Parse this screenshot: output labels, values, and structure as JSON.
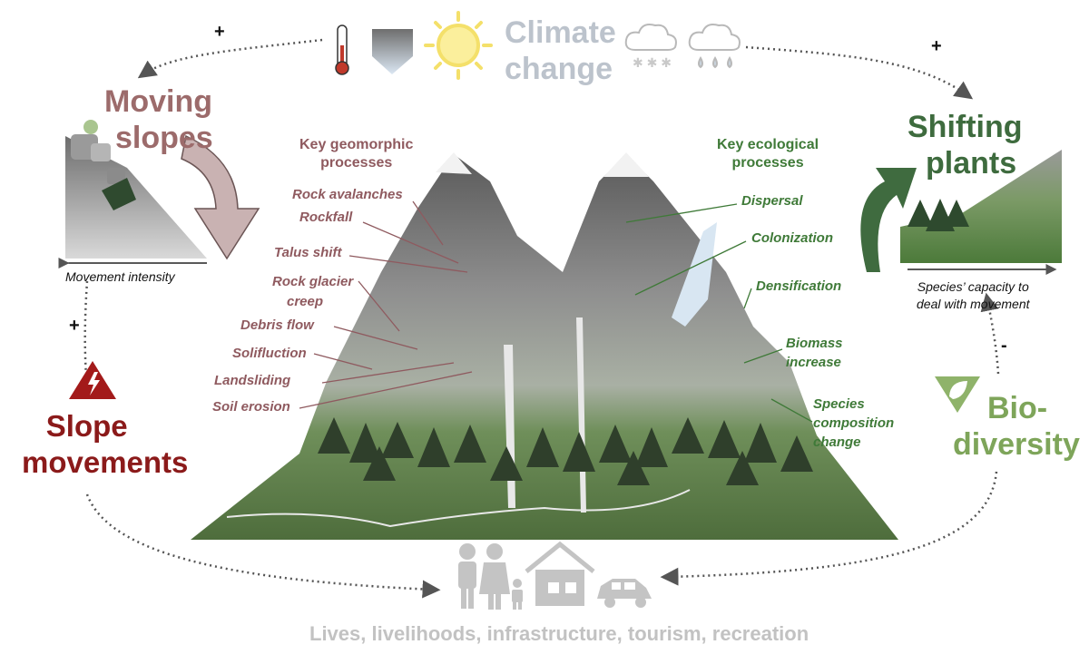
{
  "titles": {
    "climate_change": [
      "Climate",
      "change"
    ],
    "moving_slopes": [
      "Moving",
      "slopes"
    ],
    "shifting_plants": [
      "Shifting",
      "plants"
    ],
    "slope_movements": [
      "Slope",
      "movements"
    ],
    "biodiversity": [
      "Bio-",
      "diversity"
    ]
  },
  "headers": {
    "geomorphic": [
      "Key geomorphic",
      "processes"
    ],
    "ecological": [
      "Key ecological",
      "processes"
    ]
  },
  "geomorphic_processes": [
    "Rock avalanches",
    "Rockfall",
    "Talus shift",
    "Rock glacier",
    "creep",
    "Debris flow",
    "Solifluction",
    "Landsliding",
    "Soil erosion"
  ],
  "ecological_processes": [
    "Dispersal",
    "Colonization",
    "Densification",
    "Biomass",
    "increase",
    "Species",
    "composition",
    "change"
  ],
  "axis_captions": {
    "movement_intensity": "Movement intensity",
    "species_capacity": [
      "Species’ capacity to",
      "deal with movement"
    ]
  },
  "signs": [
    "+",
    "+",
    "+",
    "-"
  ],
  "bottom_caption": "Lives, livelihoods, infrastructure, tourism, recreation",
  "icons": [
    "thermometer-icon",
    "glacier-icon",
    "sun-icon",
    "snow-cloud-icon",
    "rain-cloud-icon",
    "hazard-warning-icon",
    "leaf-icon",
    "people-icon",
    "house-icon",
    "car-icon"
  ],
  "colors": {
    "maroon": "#9c6b6b",
    "forest_green": "#3e6b3e",
    "hazard_red": "#8b1a1a",
    "light_green": "#7ea55a",
    "grey_text": "#bcc3cc"
  }
}
